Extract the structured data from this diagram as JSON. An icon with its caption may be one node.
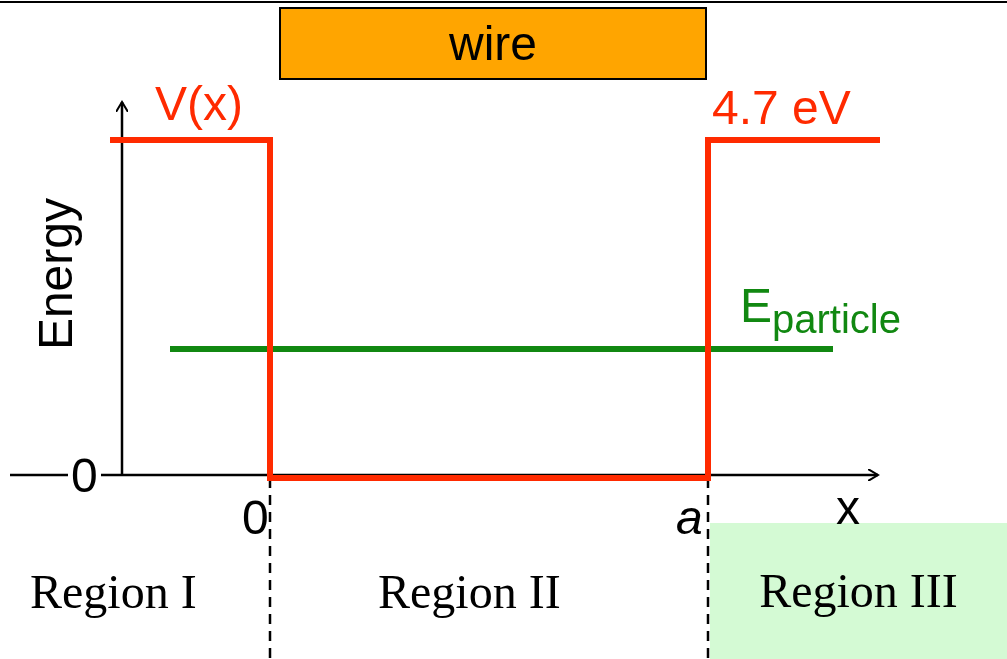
{
  "diagram": {
    "nodes": [
      {
        "text": [
          "wire"
        ]
      },
      {
        "text": [
          "Region III"
        ]
      }
    ],
    "edges": [],
    "labels": [
      "V(x)",
      "4.7 eV",
      "Energy",
      "E$_{particle}$",
      "0",
      "0",
      "a",
      "x",
      "Region I",
      "Region II"
    ]
  }
}
